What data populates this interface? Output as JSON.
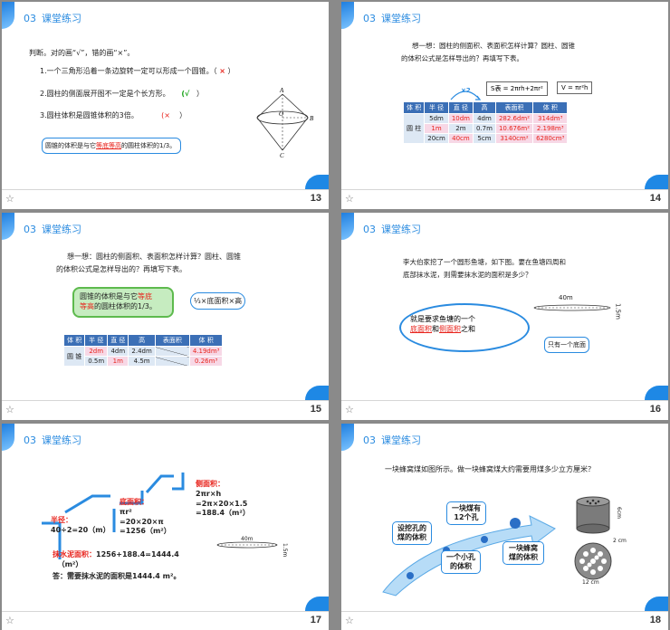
{
  "header": {
    "num": "03",
    "title": "课堂练习"
  },
  "footer_star": "☆",
  "slides": {
    "s13": {
      "page": "13",
      "intro": "判断。对的画“√”，错的画“×”。",
      "q1": "1.一个三角形沿着一条边旋转一定可以形成一个圆锥。（",
      "q1_mark": "×",
      "q1_end": "）",
      "q2": "2.圆柱的侧面展开图不一定是个长方形。",
      "q2_mark": "(√",
      "q2_end": "）",
      "q3": "3.圆柱体积是圆锥体积的3倍。",
      "q3_mark": "(×",
      "q3_end": "）",
      "note_pre": "圆锥的体积是与它",
      "note_red": "等底等高",
      "note_post": "的圆柱体积的",
      "note_frac": "1/3",
      "note_end": "。",
      "cone_labels": {
        "a": "A",
        "b": "B",
        "c": "C",
        "o": "O"
      }
    },
    "s14": {
      "page": "14",
      "question1": "想一想：圆柱的侧面积、表面积怎样计算？圆柱、圆锥",
      "question2": "的体积公式是怎样导出的？再填写下表。",
      "multiplier": "×2",
      "formula_s": "S表 = 2πrh+2πr²",
      "formula_v": "V = πr²h",
      "table_headers": [
        "体 积",
        "半 径",
        "直 径",
        "高",
        "表面积",
        "体 积"
      ],
      "row_label": "圆 柱",
      "rows": [
        [
          "5dm",
          "10dm",
          "4dm",
          "282.6dm²",
          "314dm³"
        ],
        [
          "1m",
          "2m",
          "0.7m",
          "10.676m²",
          "2.198m³"
        ],
        [
          "20cm",
          "40cm",
          "5cm",
          "3140cm²",
          "6280cm³"
        ]
      ]
    },
    "s15": {
      "page": "15",
      "question1": "想一想：圆柱的侧面积、表面积怎样计算？圆柱、圆锥",
      "question2": "的体积公式是怎样导出的？再填写下表。",
      "green_pre": "圆锥的体积是与它",
      "green_red1": "等底",
      "green_red2": "等高",
      "green_post": "的圆柱体积的",
      "green_frac": "1/3",
      "green_end": "。",
      "formula": "⅓×底面积×高",
      "table_headers": [
        "体 积",
        "半 径",
        "直 径",
        "高",
        "表面积",
        "体 积"
      ],
      "row_label": "圆 锥",
      "rows": [
        [
          "2dm",
          "4dm",
          "2.4dm",
          "",
          "4.19dm³"
        ],
        [
          "0.5m",
          "1m",
          "4.5m",
          "",
          "0.26m³"
        ]
      ]
    },
    "s16": {
      "page": "16",
      "story1": "李大伯家挖了一个圆形鱼塘，如下图。要在鱼塘四周和",
      "story2": "底部抹水泥，则需要抹水泥的面积是多少？",
      "dim_w": "40m",
      "dim_h": "1.5m",
      "cloud_1": "就是要求鱼塘的一个",
      "cloud_red1": "底面积",
      "cloud_mid": "和",
      "cloud_red2": "侧面积",
      "cloud_end": "之和",
      "only_one": "只有一个底面"
    },
    "s17": {
      "page": "17",
      "radius_label": "半径：",
      "radius_calc": "40÷2=20（m）",
      "base_label": "底面积：",
      "base_l1": "πr²",
      "base_l2": "=20×20×π",
      "base_l3": "=1256（m²）",
      "side_label": "侧面积：",
      "side_l1": "2πr×h",
      "side_l2": "=2π×20×1.5",
      "side_l3": "=188.4（m²）",
      "total_label": "抹水泥面积：",
      "total_calc": "1256+188.4=1444.4",
      "total_unit": "（m²）",
      "answer": "答：需要抹水泥的面积是1444.4 m²。",
      "dim_w": "40m",
      "dim_h": "1.5m"
    },
    "s18": {
      "page": "18",
      "question": "一块蜂窝煤如图所示。做一块蜂窝煤大约需要用煤多少立方厘米？",
      "node1": "设挖孔的煤的体积",
      "node2": "一块煤有12个孔",
      "node3": "一个小孔的体积",
      "node4": "一块蜂窝煤的体积",
      "dim_h": "6cm",
      "dim_hole": "2 cm",
      "dim_d": "12 cm"
    }
  }
}
